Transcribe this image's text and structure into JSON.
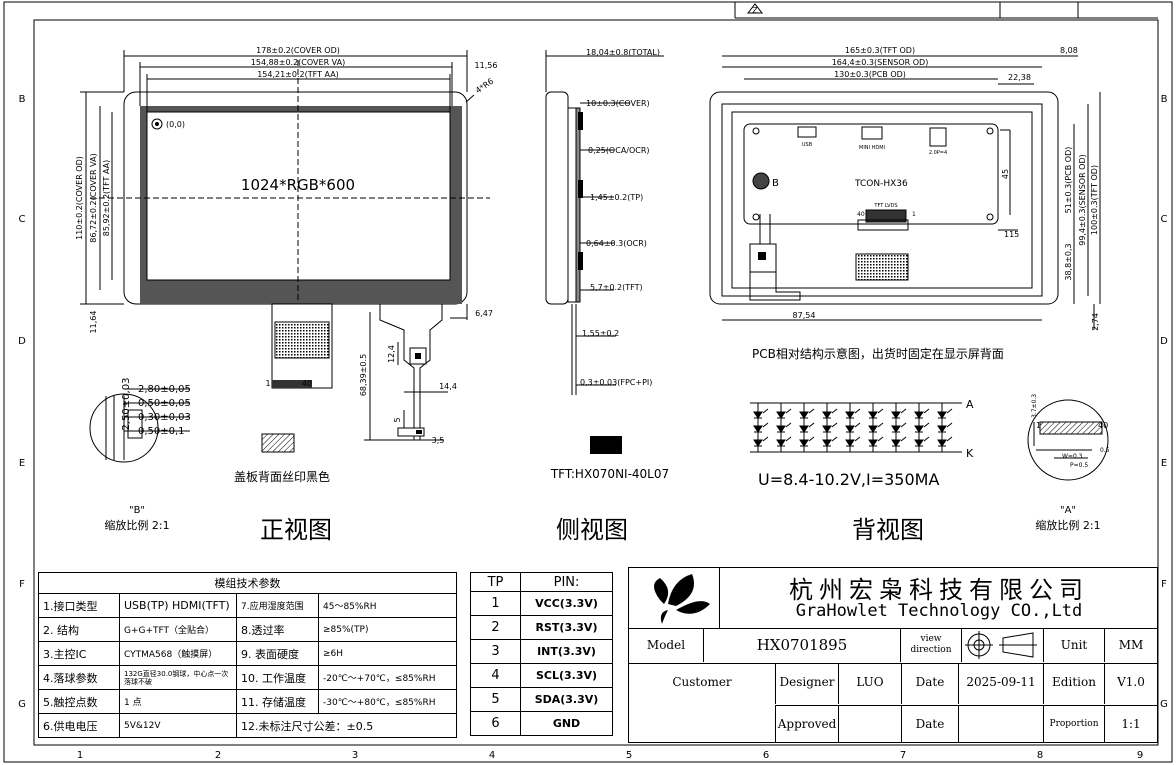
{
  "frame": {
    "row_markers": [
      "B",
      "C",
      "D",
      "E",
      "F",
      "G"
    ],
    "col_markers": [
      "1",
      "2",
      "3",
      "4",
      "5",
      "6",
      "7",
      "8",
      "9"
    ],
    "top_symbol": "Z"
  },
  "front": {
    "dim_cover_od_w": "178±0.2(COVER OD)",
    "dim_cover_va_w": "154,88±0.2(COVER VA)",
    "dim_tft_aa_w": "154,21±0.2(TFT AA)",
    "dim_right_offset": "11,56",
    "dim_radius": "4*R6",
    "dim_cover_od_h": "110±0.2(COVER OD)",
    "dim_cover_va_h": "86,72±0.2(COVER VA)",
    "dim_tft_aa_h": "85,92±0.2(TFT AA)",
    "origin": "(0,0)",
    "resolution": "1024*RGB*600",
    "dim_bottom_offset": "11,64",
    "dim_fpc_right": "6,47",
    "dim_fpc_len": "68,39±0.5",
    "dim_12_4": "12,4",
    "dim_14_4": "14,4",
    "dim_5": "5",
    "dim_3_5": "3,5",
    "fpc_pin1": "1",
    "fpc_pin40": "40",
    "note_cover": "盖板背面丝印黑色",
    "view_title": "正视图"
  },
  "detail_b": {
    "d1": "2,80±0,05",
    "d2": "0,50±0,05",
    "d3": "0,30±0,03",
    "d4": "0,50±0,1",
    "d5": "2,50±0,03",
    "label": "\"B\"",
    "scale": "缩放比例 2:1"
  },
  "side": {
    "total": "18,04±0.8(TOTAL)",
    "cover": "10±0.3(COVER)",
    "oca": "0,25(OCA/OCR)",
    "tp": "1,45±0.2(TP)",
    "ocr": "0,64±0.3(OCR)",
    "tft": "5,7±0.2(TFT)",
    "d155": "1,55±0,2",
    "fpc": "0,3±0.03(FPC+PI)",
    "tft_model": "TFT:HX070NI-40L07",
    "view_title": "侧视图"
  },
  "back": {
    "tft_od_w": "165±0.3(TFT OD)",
    "sensor_od_w": "164,4±0.3(SENSOR OD)",
    "pcb_od_w": "130±0.3(PCB OD)",
    "d808": "8,08",
    "d2238": "22,38",
    "usb": "USB",
    "hdmi": "MINI\nHDMI",
    "conn": "2.0P=4",
    "tcon": "TCON-HX36",
    "b_mark": "B",
    "tft_lvds": "TFT LVDS",
    "lvds_40": "40",
    "lvds_1": "1",
    "d45": "45",
    "d115": "115",
    "pcb_od_h": "51±0.3(PCB OD)",
    "sensor_od_h": "99,4±0.3(SENSOR OD)",
    "tft_od_h": "100±0.3(TFT OD)",
    "d3883": "38,8±0,3",
    "d8754": "87,54",
    "d274": "2,74",
    "pcb_note": "PCB相对结构示意图，出货时固定在显示屏背面",
    "led_a": "A",
    "led_k": "K",
    "power": "U=8.4-10.2V,I=350MA",
    "view_title": "背视图"
  },
  "detail_a": {
    "pin1": "1",
    "pin40": "40",
    "w": "W=0.3",
    "p": "P=0.5",
    "t": "0.5",
    "h": "3.7±0.3",
    "label": "\"A\"",
    "scale": "缩放比例 2:1"
  },
  "spec": {
    "title": "模组技术参数",
    "rows": [
      [
        "1.接口类型",
        "USB(TP) HDMI(TFT)",
        "7.应用湿度范围",
        "45～85%RH"
      ],
      [
        "2. 结构",
        "G+G+TFT（全贴合）",
        "8.透过率",
        "≥85%(TP)"
      ],
      [
        "3.主控IC",
        "CYTMA568（触摸屏）",
        "9. 表面硬度",
        "≥6H"
      ],
      [
        "4.落球参数",
        "132G直径30.0钢球，中心点一次落球不破",
        "10. 工作温度",
        "-20℃～+70℃，≤85%RH"
      ],
      [
        "5.触控点数",
        "1 点",
        "11. 存储温度",
        "-30℃～+80℃，≤85%RH"
      ],
      [
        "6.供电电压",
        "5V&12V",
        "12.未标注尺寸公差：±0.5",
        ""
      ]
    ]
  },
  "pins": {
    "h_tp": "TP",
    "h_pin": "PIN:",
    "rows": [
      [
        "1",
        "VCC(3.3V)"
      ],
      [
        "2",
        "RST(3.3V)"
      ],
      [
        "3",
        "INT(3.3V)"
      ],
      [
        "4",
        "SCL(3.3V)"
      ],
      [
        "5",
        "SDA(3.3V)"
      ],
      [
        "6",
        "GND"
      ]
    ]
  },
  "title_block": {
    "company_cn": "杭州宏枭科技有限公司",
    "company_en": "GraHowlet Technology CO.,Ltd",
    "model_label": "Model",
    "model": "HX0701895",
    "view_direction": "view\ndirection",
    "unit_label": "Unit",
    "unit": "MM",
    "customer_label": "Customer",
    "designer_label": "Designer",
    "designer": "LUO",
    "date_label": "Date",
    "date": "2025-09-11",
    "edition_label": "Edition",
    "edition": "V1.0",
    "approved_label": "Approved",
    "date2_label": "Date",
    "proportion_label": "Proportion",
    "proportion": "1:1"
  }
}
